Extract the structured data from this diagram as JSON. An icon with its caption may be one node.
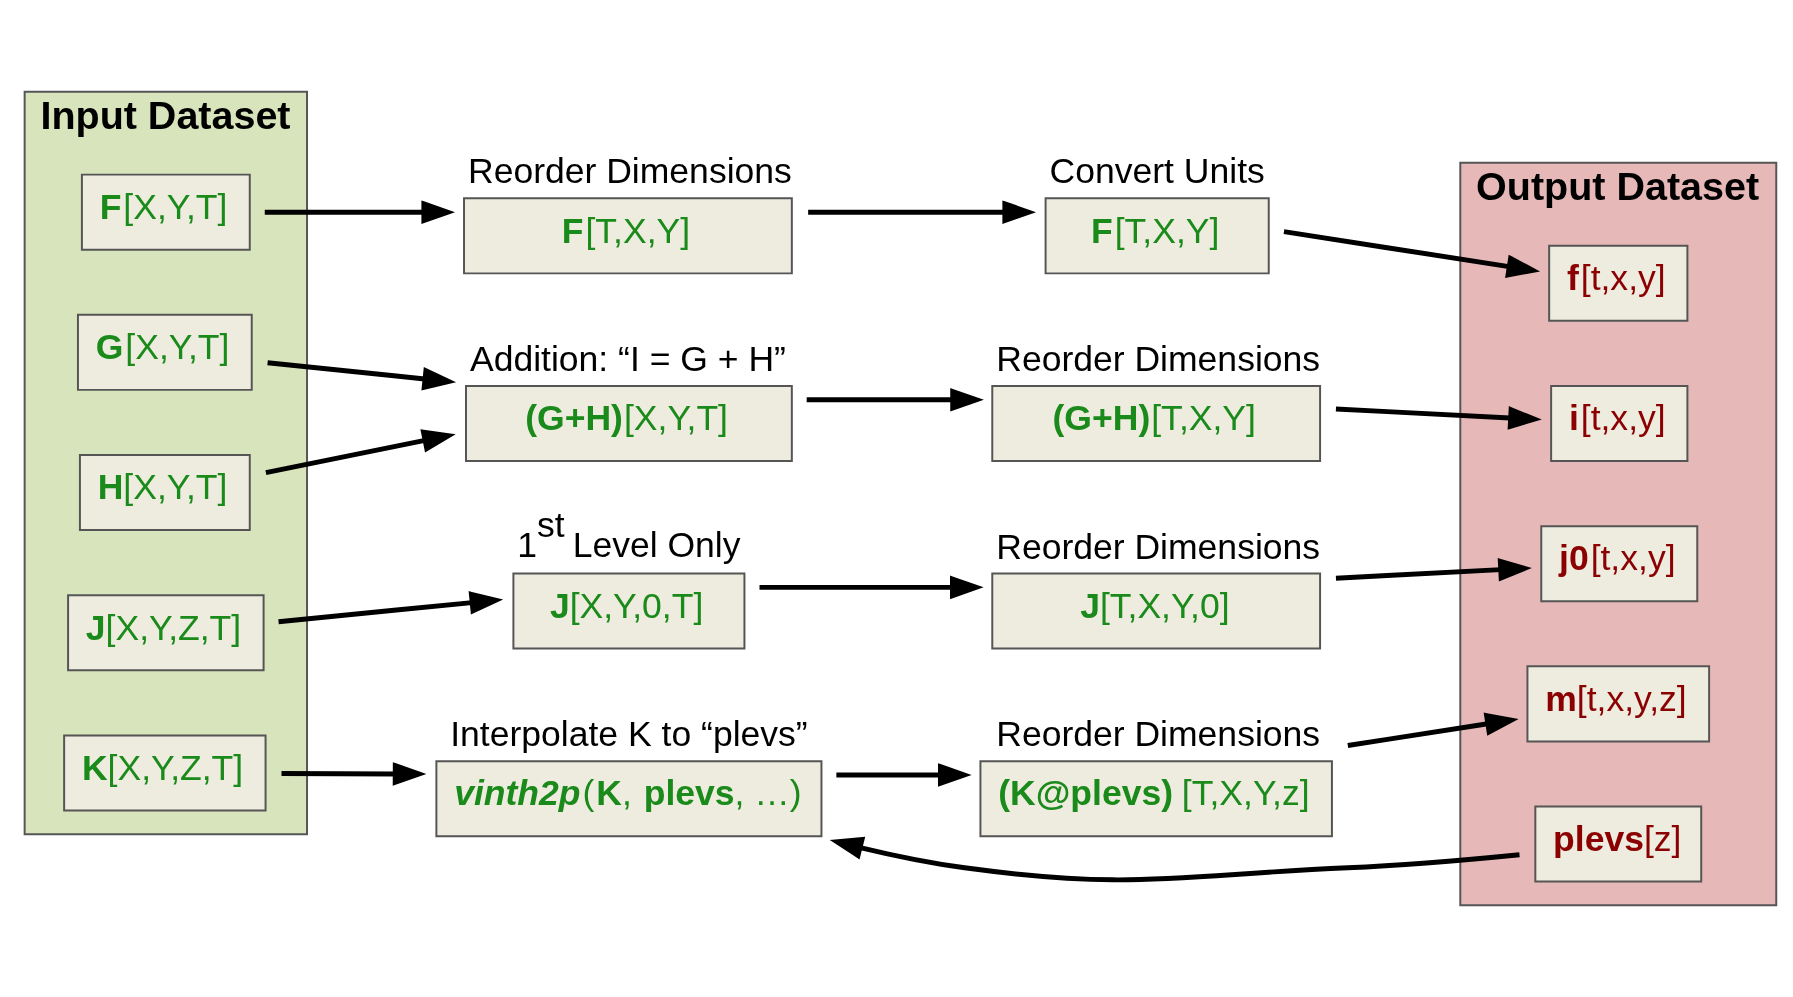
{
  "diagram": {
    "nodes": [
      {
        "text": [
          "Input Dataset"
        ]
      },
      {
        "text": [
          "**F**[X,Y,T]"
        ],
        "in": 0
      },
      {
        "text": [
          "**G**[X,Y,T]"
        ],
        "in": 0
      },
      {
        "text": [
          "**H**[X,Y,T]"
        ],
        "in": 0
      },
      {
        "text": [
          "**J**[X,Y,Z,T]"
        ],
        "in": 0
      },
      {
        "text": [
          "**K**[X,Y,Z,T]"
        ],
        "in": 0
      },
      {
        "text": [
          "Reorder Dimensions",
          "**F**[T,X,Y]"
        ]
      },
      {
        "text": [
          "Convert Units",
          "**F**[T,X,Y]"
        ]
      },
      {
        "text": [
          "Addition: “I = G + H”",
          "**(G+H)**[X,Y,T]"
        ]
      },
      {
        "text": [
          "Reorder Dimensions",
          "**(G+H)**[T,X,Y]"
        ]
      },
      {
        "text": [
          "1$^{st}$ Level Only",
          "**J**[X,Y,0,T]"
        ]
      },
      {
        "text": [
          "Reorder Dimensions",
          "**J**[T,X,Y,0]"
        ]
      },
      {
        "text": [
          "Interpolate K to “plevs”",
          "*vinth2p*(**K**, **plevs**, …)"
        ]
      },
      {
        "text": [
          "Reorder Dimensions",
          "**(K@plevs)** [T,X,Y,z]"
        ]
      },
      {
        "text": [
          "Output Dataset"
        ]
      },
      {
        "text": [
          "**f**[t,x,y]"
        ],
        "in": 14
      },
      {
        "text": [
          "**i**[t,x,y]"
        ],
        "in": 14
      },
      {
        "text": [
          "**j0**[t,x,y]"
        ],
        "in": 14
      },
      {
        "text": [
          "**m**[t,x,y,z]"
        ],
        "in": 14
      },
      {
        "text": [
          "**plevs**[z]"
        ],
        "in": 14
      }
    ],
    "edges": [
      {
        "from": 1,
        "to": 6,
        "arrow": "to"
      },
      {
        "from": 6,
        "to": 7,
        "arrow": "to"
      },
      {
        "from": 7,
        "to": 15,
        "arrow": "to"
      },
      {
        "from": 2,
        "to": 8,
        "arrow": "to"
      },
      {
        "from": 3,
        "to": 8,
        "arrow": "to"
      },
      {
        "from": 8,
        "to": 9,
        "arrow": "to"
      },
      {
        "from": 9,
        "to": 16,
        "arrow": "to"
      },
      {
        "from": 4,
        "to": 10,
        "arrow": "to"
      },
      {
        "from": 10,
        "to": 11,
        "arrow": "to"
      },
      {
        "from": 11,
        "to": 17,
        "arrow": "to"
      },
      {
        "from": 5,
        "to": 12,
        "arrow": "to"
      },
      {
        "from": 12,
        "to": 13,
        "arrow": "to"
      },
      {
        "from": 13,
        "to": 18,
        "arrow": "to"
      },
      {
        "from": 19,
        "to": 12,
        "arrow": "to"
      }
    ]
  }
}
